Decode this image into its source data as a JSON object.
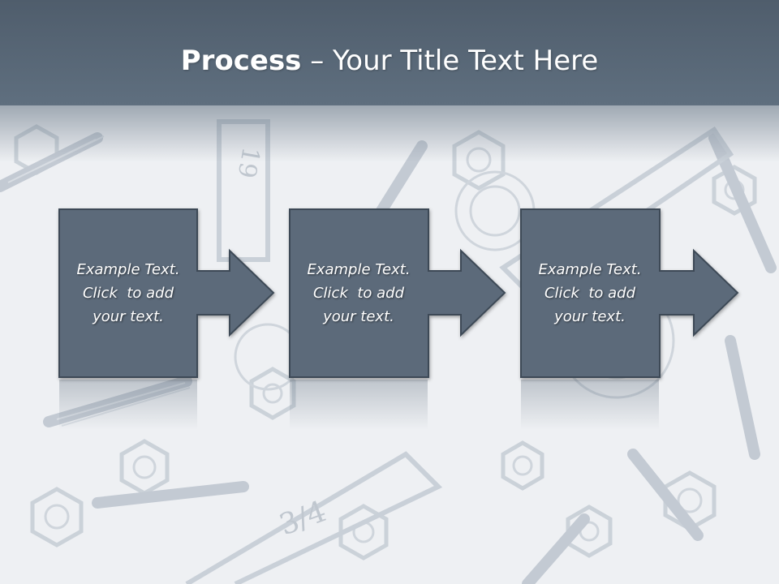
{
  "slide": {
    "title_strong": "Process",
    "title_rest": " – Your Title Text Here"
  },
  "steps": [
    {
      "line1": "Example Text.",
      "line2": "Click  to add",
      "line3": "your text."
    },
    {
      "line1": "Example Text.",
      "line2": "Click  to add",
      "line3": "your text."
    },
    {
      "line1": "Example Text.",
      "line2": "Click  to add",
      "line3": "your text."
    }
  ],
  "colors": {
    "title_band": "#55636f",
    "step_fill": "#5b6a7a",
    "step_border": "#3d4a57",
    "background": "#eef0f3"
  },
  "background_icon": "tools-wrenches-bolts-nuts"
}
